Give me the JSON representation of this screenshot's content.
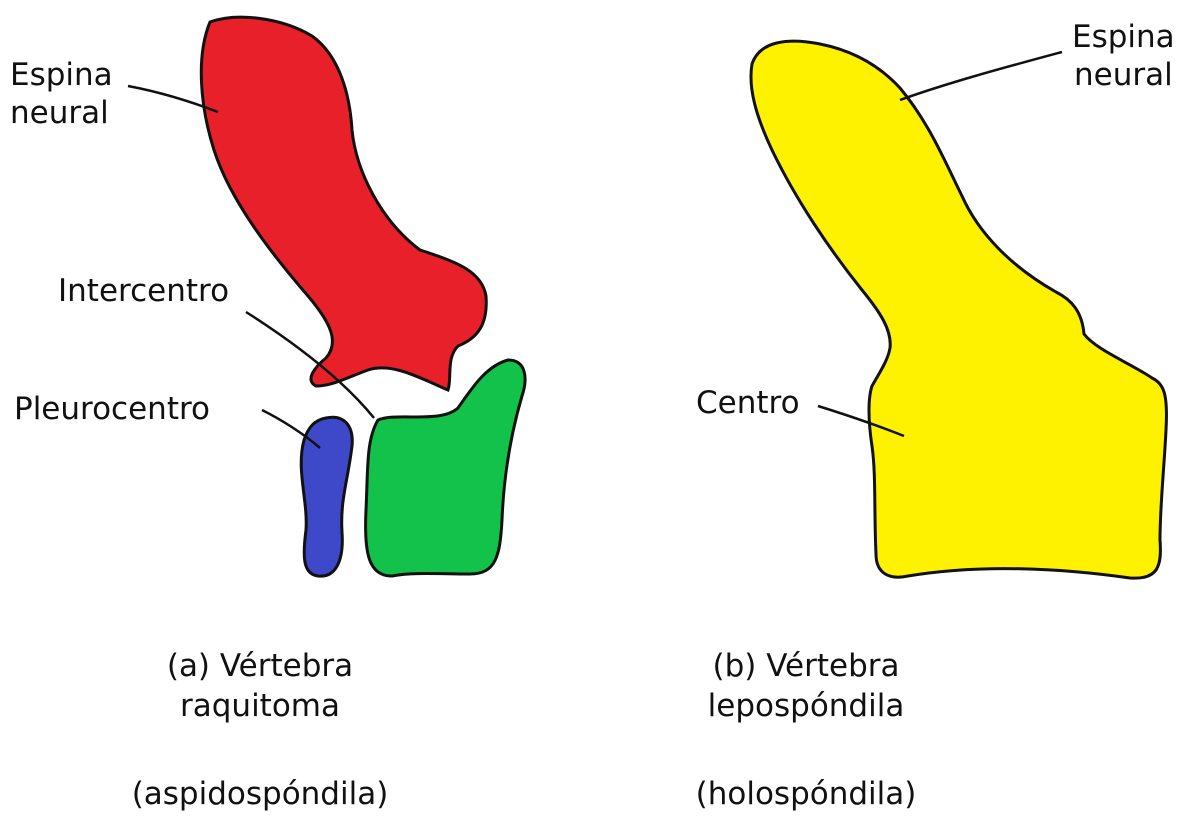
{
  "panel_a": {
    "labels": {
      "espina_line1": "Espina",
      "espina_line2": "neural",
      "intercentro": "Intercentro",
      "pleurocentro": "Pleurocentro"
    },
    "caption_line1": "(a) Vértebra",
    "caption_line2": "raquitoma",
    "caption_line3": "(aspidospóndila)",
    "colors": {
      "neural_spine": "#e8202a",
      "intercentrum": "#12c24a",
      "pleurocentrum": "#3d49c8"
    }
  },
  "panel_b": {
    "labels": {
      "espina_line1": "Espina",
      "espina_line2": "neural",
      "centro": "Centro"
    },
    "caption_line1": "(b) Vértebra",
    "caption_line2": "lepospóndila",
    "caption_line3": "(holospóndila)",
    "colors": {
      "vertebra": "#fff200"
    }
  }
}
